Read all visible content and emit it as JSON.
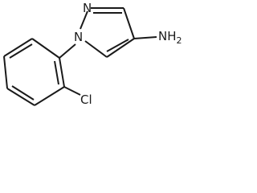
{
  "molecule": {
    "atoms": {
      "n1": "N",
      "n2": "N",
      "amine": "NH",
      "amine_subscript": "2",
      "chlorine": "Cl"
    }
  }
}
